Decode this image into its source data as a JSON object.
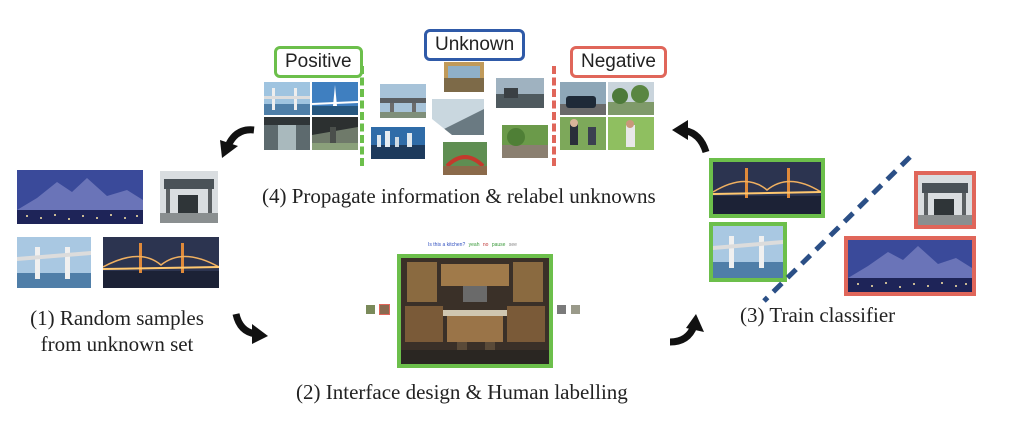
{
  "tags": {
    "positive": "Positive",
    "unknown": "Unknown",
    "negative": "Negative"
  },
  "captions": {
    "step1_line1": "(1) Random samples",
    "step1_line2": "from unknown set",
    "step2": "(2) Interface design & Human labelling",
    "step3": "(3) Train classifier",
    "step4": "(4) Propagate information & relabel unknowns"
  },
  "interface_question": {
    "part1": "Is this a kitchen?",
    "part2": "yeah",
    "part3": "no",
    "part4": "pause",
    "part5": "see"
  },
  "colors": {
    "positive": "#6cbf4b",
    "unknown": "#2f5aa8",
    "negative": "#e0665a",
    "classifier_line": "#2b4f86",
    "arrow": "#111111"
  },
  "icons": {
    "cycle_arrow": "curved-arrow-icon",
    "photo": "photo-thumbnail"
  }
}
